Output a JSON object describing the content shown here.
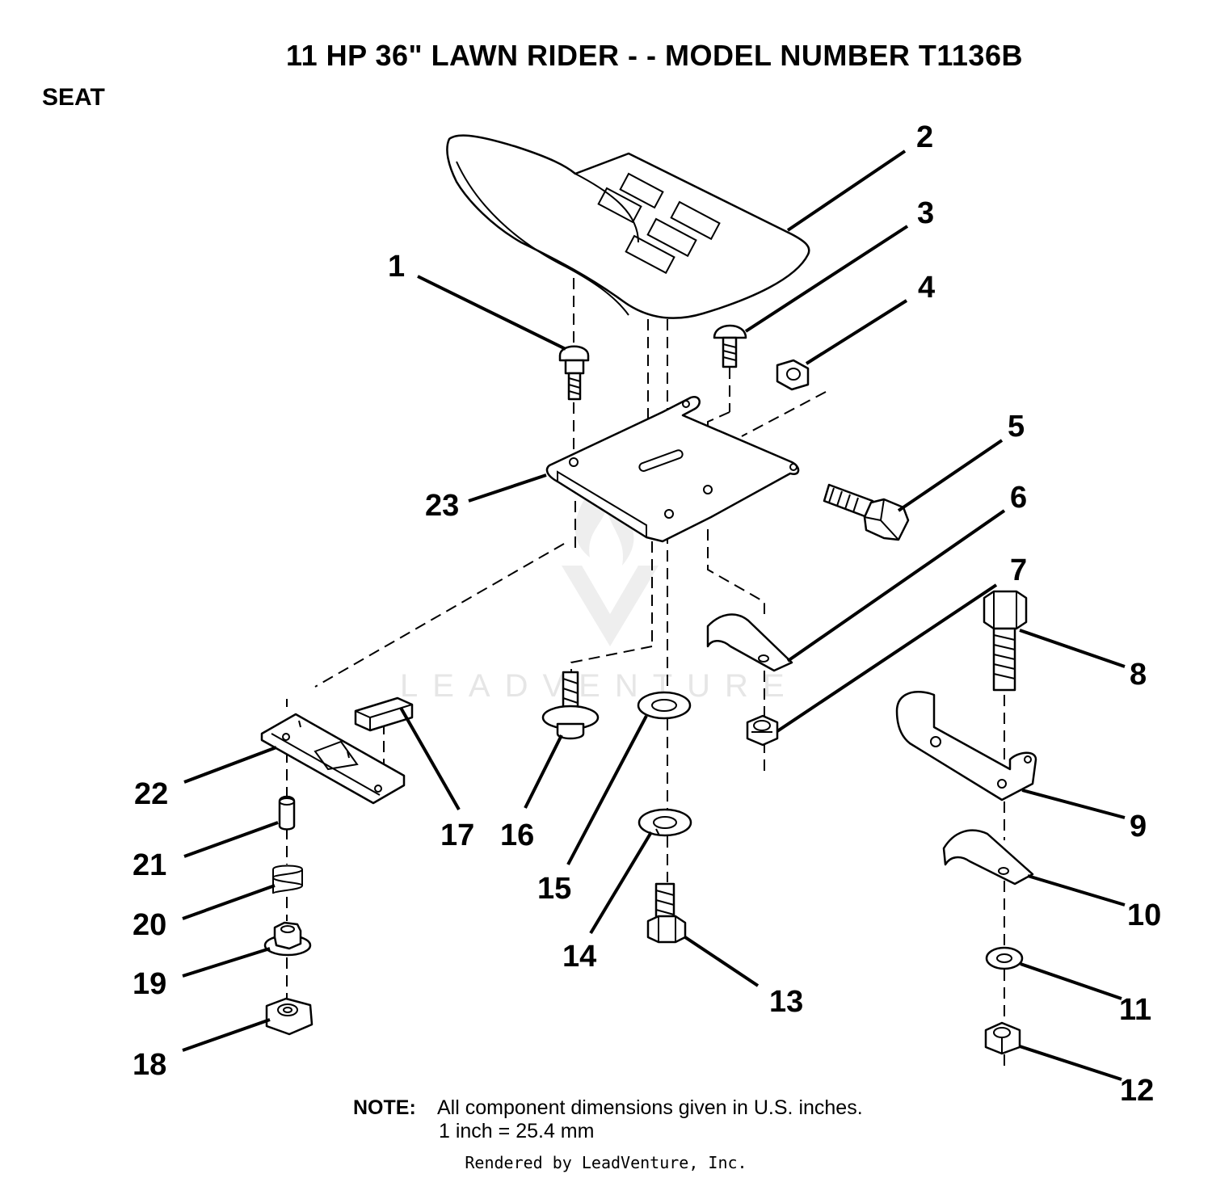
{
  "header": {
    "title": "11 HP 36\" LAWN RIDER - - MODEL NUMBER T1136B",
    "section": "SEAT"
  },
  "callouts": [
    "1",
    "2",
    "3",
    "4",
    "5",
    "6",
    "7",
    "8",
    "9",
    "10",
    "11",
    "12",
    "13",
    "14",
    "15",
    "16",
    "17",
    "18",
    "19",
    "20",
    "21",
    "22",
    "23"
  ],
  "watermark": "LEADVENTURE",
  "note": {
    "label": "NOTE:",
    "line1": "All component dimensions given in U.S. inches.",
    "line2": "1 inch = 25.4 mm"
  },
  "footer": {
    "rendered_by": "Rendered by LeadVenture, Inc."
  }
}
